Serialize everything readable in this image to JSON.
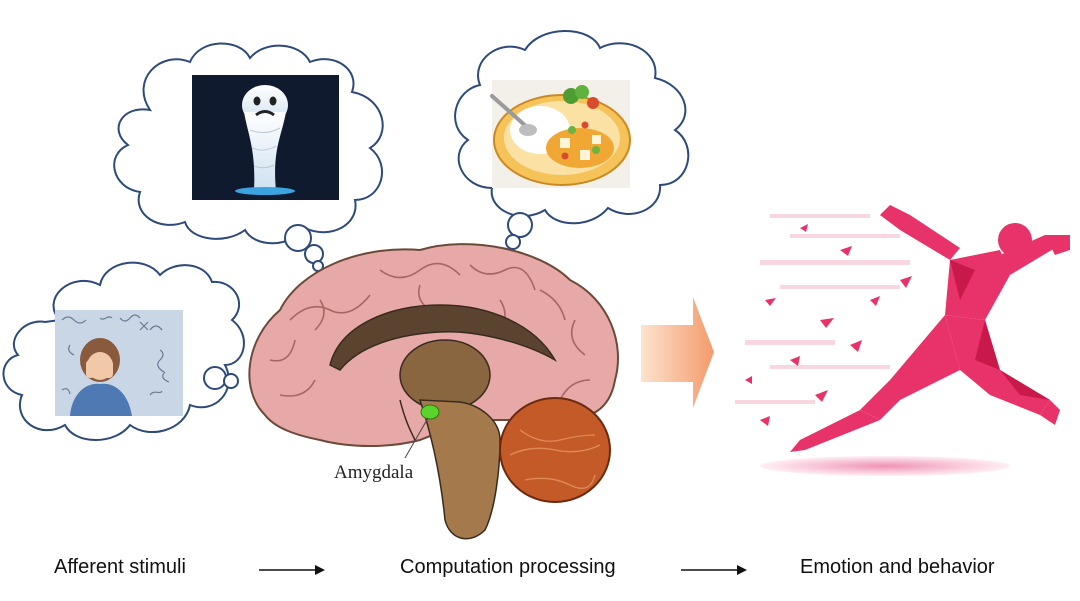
{
  "labels": {
    "amygdala": "Amygdala",
    "stage1": "Afferent stimuli",
    "stage2": "Computation processing",
    "stage3": "Emotion and behavior"
  },
  "colors": {
    "cloud_outline": "#2d4a7a",
    "ghost_background": "#0f1a2e",
    "brain_cortex": "#e6a9a7",
    "brain_stem": "#a47a4c",
    "cerebellum": "#c45a28",
    "amygdala": "#5ad42a",
    "arrow_fill": "#f6b48a",
    "runner": "#e8326a"
  },
  "icons": {
    "stressed_woman": "stressed-woman-image",
    "ghost": "ghost-image",
    "food": "food-plate-image",
    "runner": "running-person-image"
  }
}
